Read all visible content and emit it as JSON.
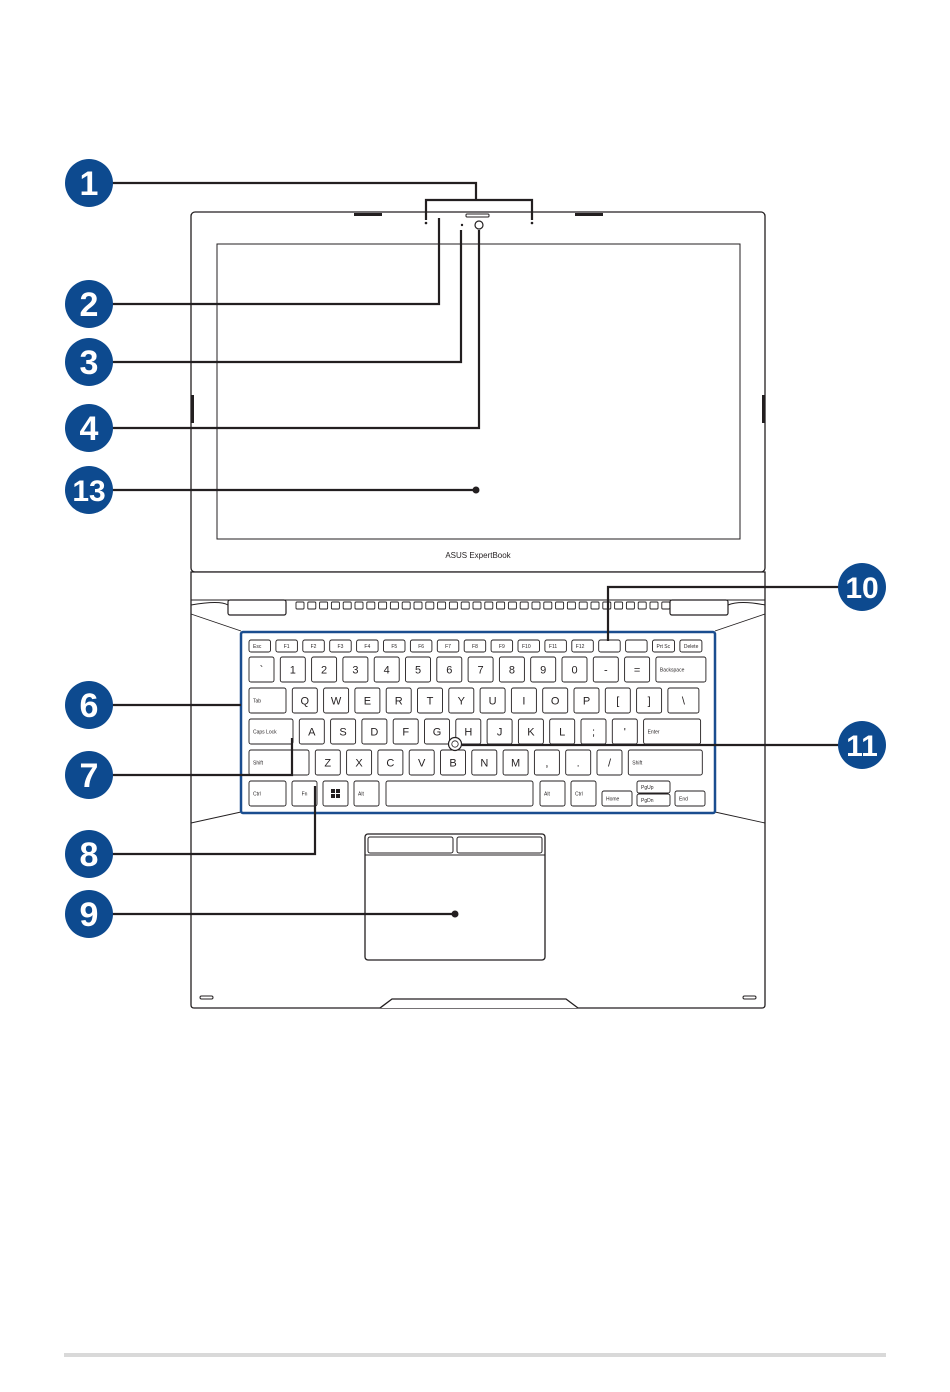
{
  "colors": {
    "callout": "#0d4a8f",
    "line": "#231f20",
    "keyboard_outline": "#1a4d8f",
    "footer_rule": "#d9d9d9"
  },
  "brand": "ASUS ExpertBook",
  "callouts": [
    {
      "id": "callout-1",
      "number": "1"
    },
    {
      "id": "callout-2",
      "number": "2"
    },
    {
      "id": "callout-3",
      "number": "3"
    },
    {
      "id": "callout-4",
      "number": "4"
    },
    {
      "id": "callout-13",
      "number": "13"
    },
    {
      "id": "callout-10",
      "number": "10"
    },
    {
      "id": "callout-6",
      "number": "6"
    },
    {
      "id": "callout-11",
      "number": "11"
    },
    {
      "id": "callout-7",
      "number": "7"
    },
    {
      "id": "callout-8",
      "number": "8"
    },
    {
      "id": "callout-9",
      "number": "9"
    }
  ],
  "keyboard": {
    "fn_row": [
      "Esc",
      "F1",
      "F2",
      "F3",
      "F4",
      "F5",
      "F6",
      "F7",
      "F8",
      "F9",
      "F10",
      "F11",
      "F12",
      "",
      "",
      "Prt Sc",
      "Delete"
    ],
    "number_row": [
      "`",
      "1",
      "2",
      "3",
      "4",
      "5",
      "6",
      "7",
      "8",
      "9",
      "0",
      "-",
      "=",
      "Backspace"
    ],
    "top_row": [
      "Tab",
      "Q",
      "W",
      "E",
      "R",
      "T",
      "Y",
      "U",
      "I",
      "O",
      "P",
      "[",
      "]",
      "\\"
    ],
    "home_row": [
      "Caps Lock",
      "A",
      "S",
      "D",
      "F",
      "G",
      "H",
      "J",
      "K",
      "L",
      ";",
      "'",
      "Enter"
    ],
    "bottom_row": [
      "Shift",
      "Z",
      "X",
      "C",
      "V",
      "B",
      "N",
      "M",
      ",",
      ".",
      "/",
      "Shift"
    ],
    "space_row": [
      "Ctrl",
      "Fn",
      "",
      "Alt",
      "",
      "Alt",
      "Ctrl",
      "Home",
      "PgUp",
      "PgDn",
      "End"
    ]
  }
}
